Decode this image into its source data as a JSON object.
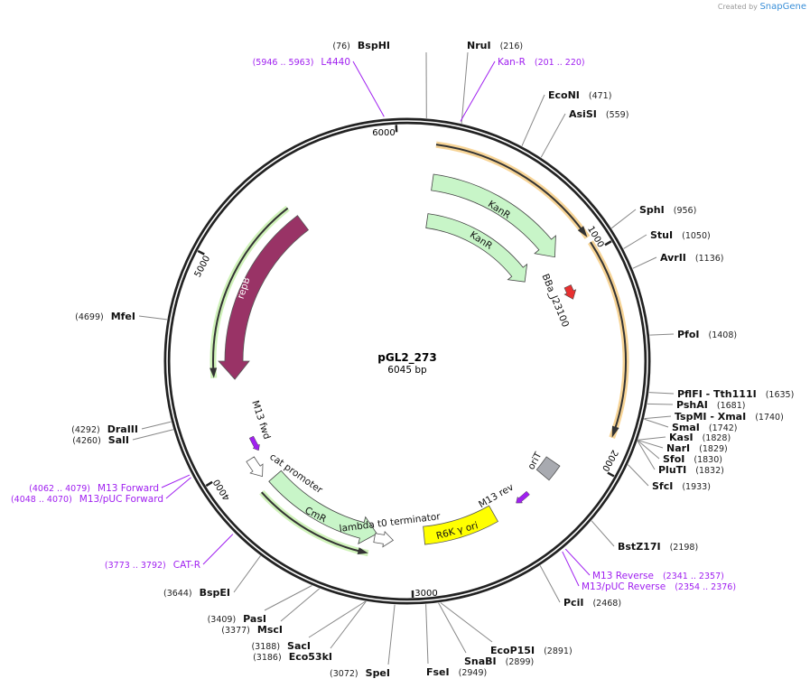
{
  "credit": {
    "prefix": "Created by",
    "brand": "SnapGene"
  },
  "plasmid": {
    "name": "pGL2_273",
    "size_label": "6045 bp",
    "length": 6045
  },
  "ticks": [
    "1000",
    "2000",
    "3000",
    "4000",
    "5000",
    "6000"
  ],
  "enzymes": [
    {
      "name": "BspHI",
      "position": "(76)"
    },
    {
      "name": "NruI",
      "position": "(216)"
    },
    {
      "name": "EcoNI",
      "position": "(471)"
    },
    {
      "name": "AsiSI",
      "position": "(559)"
    },
    {
      "name": "SphI",
      "position": "(956)"
    },
    {
      "name": "StuI",
      "position": "(1050)"
    },
    {
      "name": "AvrII",
      "position": "(1136)"
    },
    {
      "name": "PfoI",
      "position": "(1408)"
    },
    {
      "name": "PflFI - Tth111I",
      "position": "(1635)"
    },
    {
      "name": "PshAI",
      "position": "(1681)"
    },
    {
      "name": "TspMI - XmaI",
      "position": "(1740)"
    },
    {
      "name": "SmaI",
      "position": "(1742)"
    },
    {
      "name": "KasI",
      "position": "(1828)"
    },
    {
      "name": "NarI",
      "position": "(1829)"
    },
    {
      "name": "SfoI",
      "position": "(1830)"
    },
    {
      "name": "PluTI",
      "position": "(1832)"
    },
    {
      "name": "SfcI",
      "position": "(1933)"
    },
    {
      "name": "BstZ17I",
      "position": "(2198)"
    },
    {
      "name": "PciI",
      "position": "(2468)"
    },
    {
      "name": "EcoP15I",
      "position": "(2891)"
    },
    {
      "name": "SnaBI",
      "position": "(2899)"
    },
    {
      "name": "FseI",
      "position": "(2949)"
    },
    {
      "name": "SpeI",
      "position": "(3072)"
    },
    {
      "name": "SacI",
      "position": "(3188)"
    },
    {
      "name": "Eco53kI",
      "position": "(3186)"
    },
    {
      "name": "PasI",
      "position": "(3409)"
    },
    {
      "name": "MscI",
      "position": "(3377)"
    },
    {
      "name": "BspEI",
      "position": "(3644)"
    },
    {
      "name": "DraIII",
      "position": "(4292)"
    },
    {
      "name": "SalI",
      "position": "(4260)"
    },
    {
      "name": "MfeI",
      "position": "(4699)"
    }
  ],
  "primer_sites": [
    {
      "name": "L4440",
      "range": "(5946 .. 5963)"
    },
    {
      "name": "Kan-R",
      "range": "(201 .. 220)"
    },
    {
      "name": "M13 Forward",
      "range": "(4062 .. 4079)"
    },
    {
      "name": "M13/pUC Forward",
      "range": "(4048 .. 4070)"
    },
    {
      "name": "CAT-R",
      "range": "(3773 .. 3792)"
    },
    {
      "name": "M13 Reverse",
      "range": "(2341 .. 2357)"
    },
    {
      "name": "M13/pUC Reverse",
      "range": "(2354 .. 2376)"
    }
  ],
  "features": {
    "kanr_outer": "KanR",
    "kanr_inner": "KanR",
    "repb": "repB",
    "bba": "BBa_J23100",
    "m13_fwd": "M13 fwd",
    "cat_promoter": "cat promoter",
    "cmr": "CmR",
    "lambda": "lambda t0 terminator",
    "r6k": "R6K γ ori",
    "m13_rev": "M13 rev",
    "orit": "oriT"
  },
  "colors": {
    "backbone": "#222222",
    "primer": "#a020f0",
    "cds": "#c8f5c8",
    "repB": "#993366",
    "ori": "#ffff00",
    "orit": "#a8aab0",
    "promoter_red": "#e83030",
    "orange_outline": "#f0b040"
  }
}
